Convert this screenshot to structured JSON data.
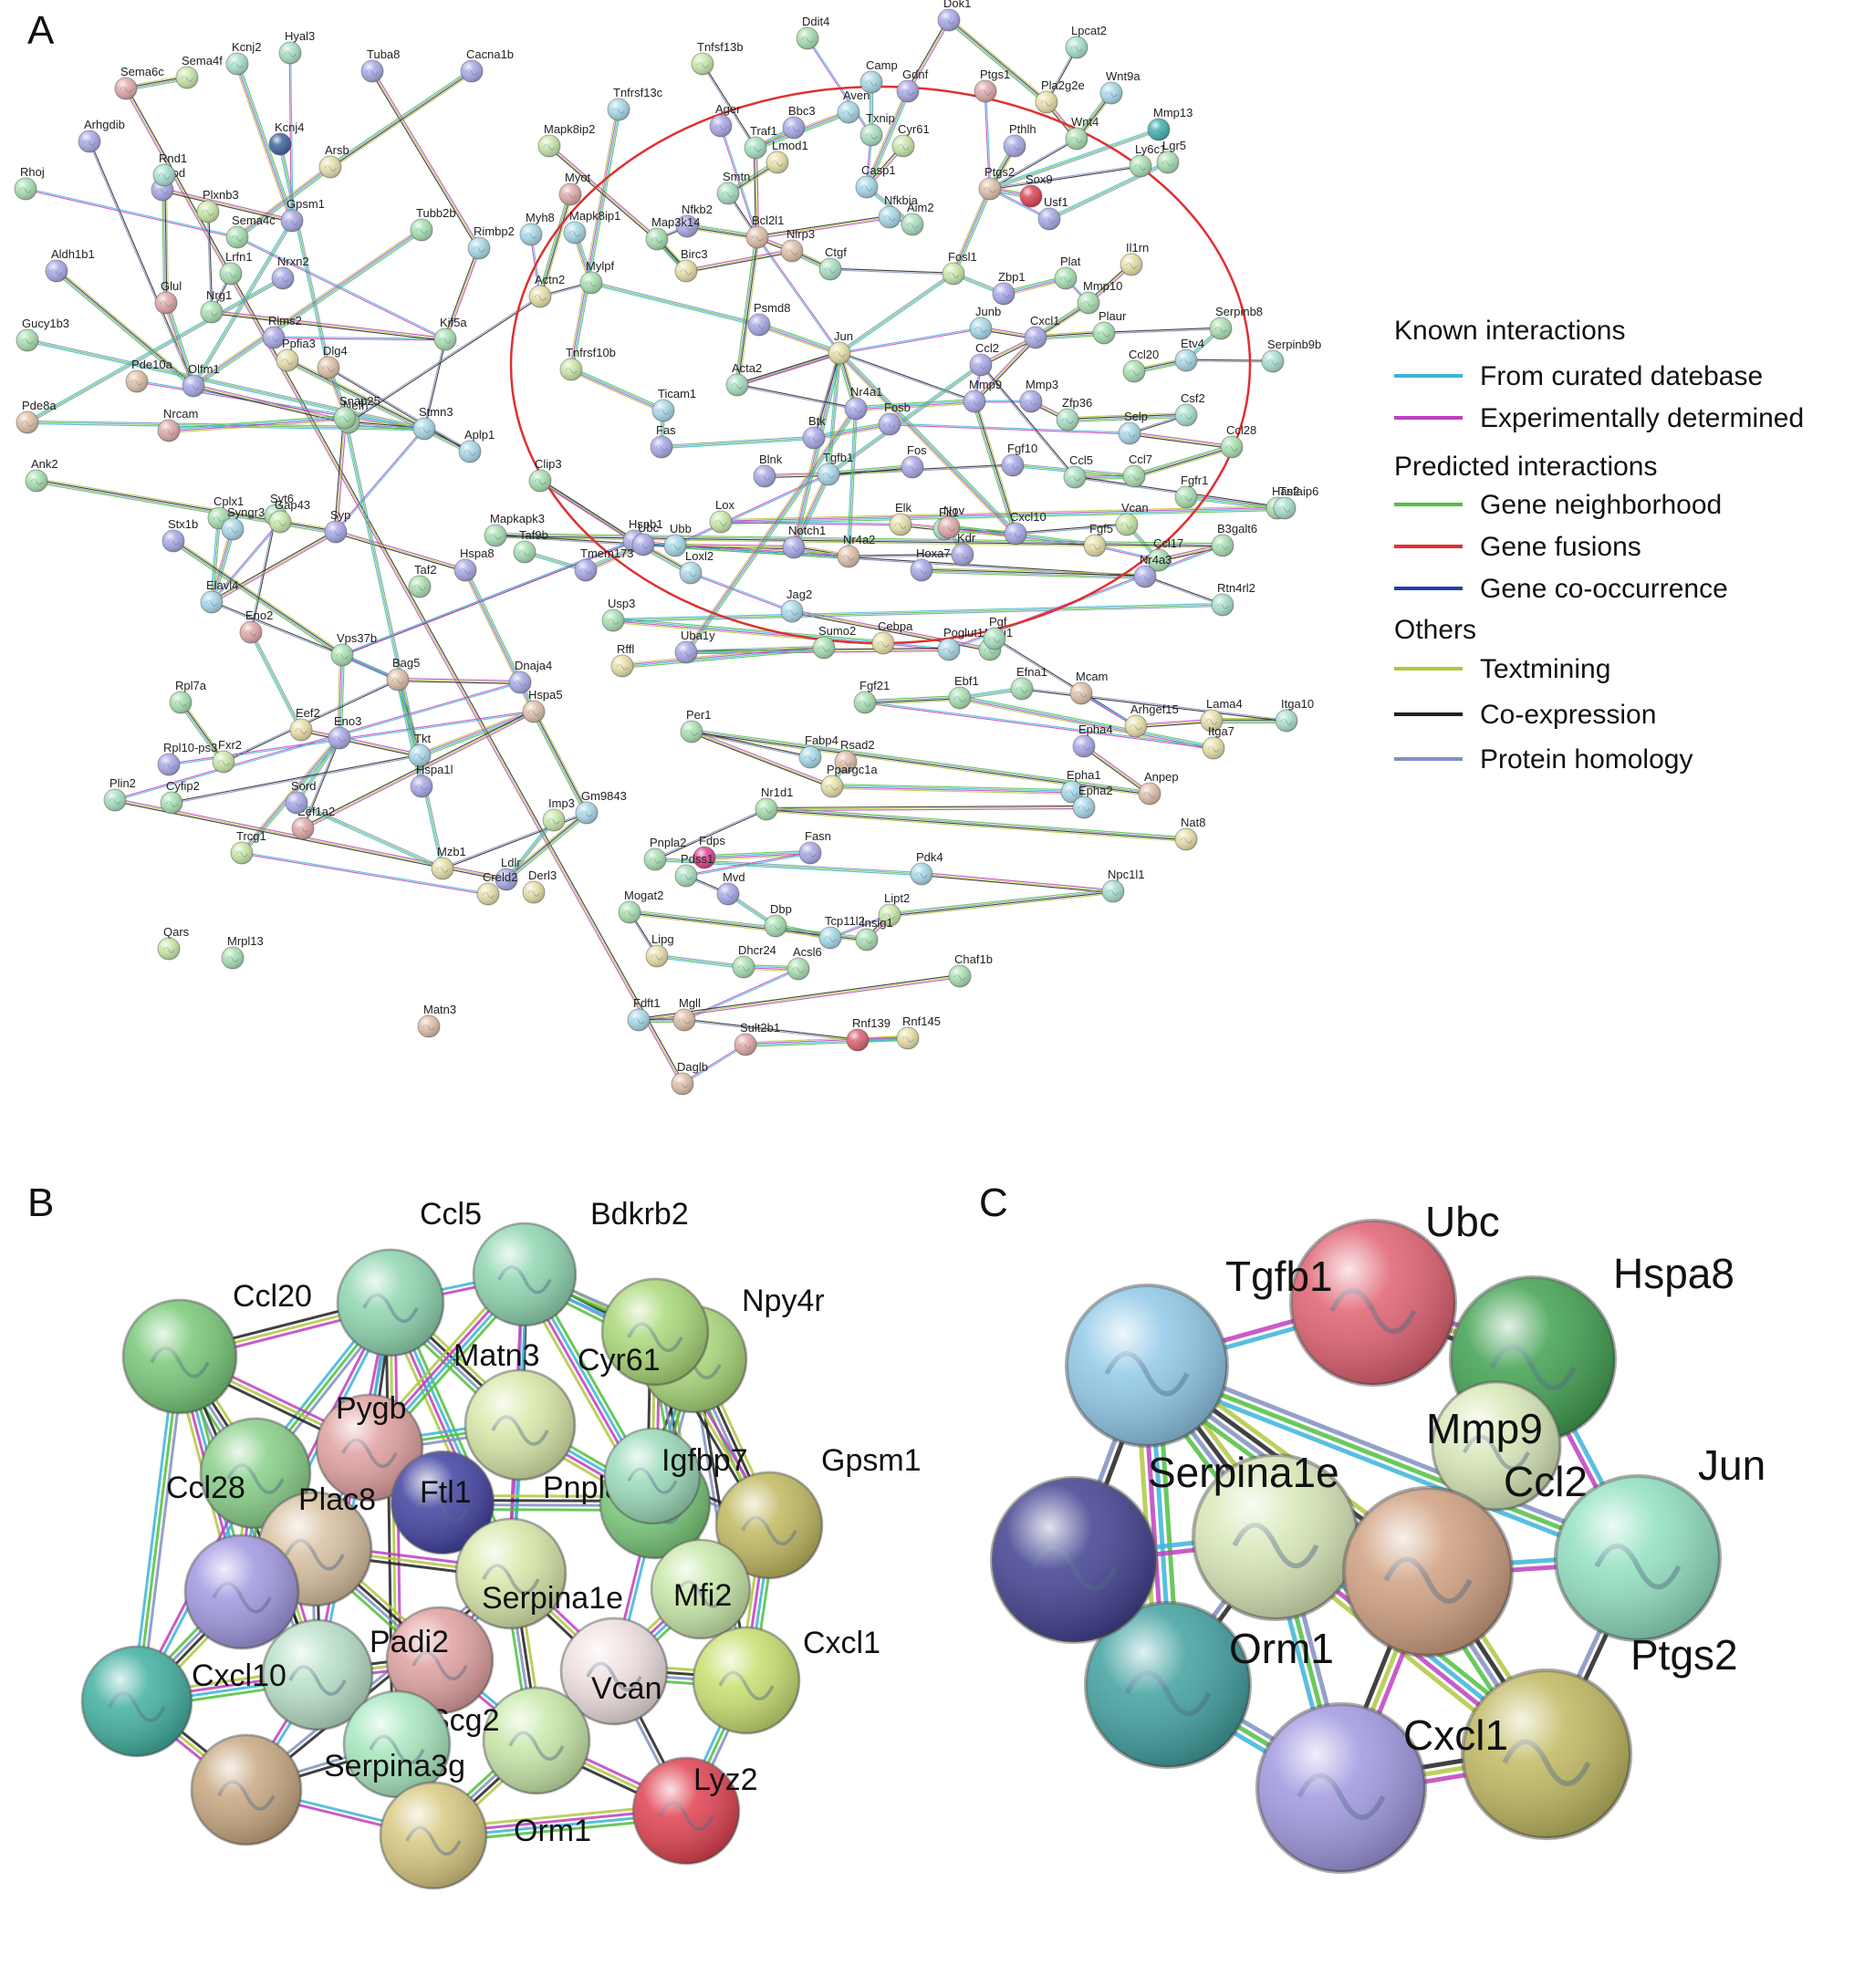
{
  "panels": {
    "a": {
      "letter": "A",
      "nodes": [
        [
          "Ddit4",
          "#a8e0b0"
        ],
        [
          "Dok1",
          "#a8a8e8"
        ],
        [
          "Lpcat2",
          "#a8e0d0"
        ],
        [
          "Camp",
          "#a8d8e8"
        ],
        [
          "Gdnf",
          "#a8a8e8"
        ],
        [
          "Ptgs1",
          "#e0a8a8"
        ],
        [
          "Pla2g2e",
          "#e8e0a8"
        ],
        [
          "Wnt9a",
          "#a8d8e8"
        ],
        [
          "Tnfsf13b",
          "#c8e8a8"
        ],
        [
          "Bbc3",
          "#a8a8e8"
        ],
        [
          "Aven",
          "#a8d8e8"
        ],
        [
          "Txnip",
          "#a8e0c0"
        ],
        [
          "Cyr61",
          "#c8e8a8"
        ],
        [
          "Pthlh",
          "#a8a8e8"
        ],
        [
          "Wnt4",
          "#a8e0b0"
        ],
        [
          "Mmp13",
          "#40b0b0"
        ],
        [
          "Tnfrsf13c",
          "#a8d8e8"
        ],
        [
          "Ager",
          "#a8a8e8"
        ],
        [
          "Traf1",
          "#a8e0c0"
        ],
        [
          "Lmod1",
          "#e8e0a8"
        ],
        [
          "Ly6c1",
          "#a8e0b0"
        ],
        [
          "Lgr5",
          "#a8e0b0"
        ],
        [
          "Sox9",
          "#e04050"
        ],
        [
          "Usf1",
          "#a8a8e8"
        ],
        [
          "Mapk8ip2",
          "#c8e8a8"
        ],
        [
          "Myot",
          "#e0a8a8"
        ],
        [
          "Smtn",
          "#a8e0c0"
        ],
        [
          "Casp1",
          "#a8d8e8"
        ],
        [
          "Ptgs2",
          "#e0c0a8"
        ],
        [
          "Aim2",
          "#a8e0c0"
        ],
        [
          "Nfkbia",
          "#a8d8e8"
        ],
        [
          "Bcl2l1",
          "#e0c0a8"
        ],
        [
          "Nfkb2",
          "#a8a8e8"
        ],
        [
          "Map3k14",
          "#a8e0b0"
        ],
        [
          "Mapk8ip1",
          "#a8d8e8"
        ],
        [
          "Myh8",
          "#a8d8e8"
        ],
        [
          "Birc3",
          "#e8e0a8"
        ],
        [
          "Nlrp3",
          "#e0c0a8"
        ],
        [
          "Ctgf",
          "#a8e0c0"
        ],
        [
          "Fosl1",
          "#c8e8a8"
        ],
        [
          "Zbp1",
          "#a8a8e8"
        ],
        [
          "Plat",
          "#a8e0b0"
        ],
        [
          "Il1rn",
          "#e8e0a8"
        ],
        [
          "Mmp10",
          "#a8e0b0"
        ],
        [
          "Actn2",
          "#e8e0a8"
        ],
        [
          "Mylpf",
          "#a8e0b0"
        ],
        [
          "Psmd8",
          "#a8a8e8"
        ],
        [
          "Jun",
          "#e8e0a8"
        ],
        [
          "Junb",
          "#a8d8e8"
        ],
        [
          "Cxcl1",
          "#a8a8e8"
        ],
        [
          "Plaur",
          "#a8e0b0"
        ],
        [
          "Serpinb8",
          "#a8e0b0"
        ],
        [
          "Tnfrsf10b",
          "#c8e8a8"
        ],
        [
          "Acta2",
          "#a8e0c0"
        ],
        [
          "Ccl2",
          "#a8a8e8"
        ],
        [
          "Ccl20",
          "#a8e0b0"
        ],
        [
          "Etv4",
          "#a8d8e8"
        ],
        [
          "Serpinb9b",
          "#a8e0d0"
        ],
        [
          "Ticam1",
          "#a8d8e8"
        ],
        [
          "Nr4a1",
          "#a8a8e8"
        ],
        [
          "Mmp9",
          "#a8a8e8"
        ],
        [
          "Mmp3",
          "#a8a8e8"
        ],
        [
          "Zfp36",
          "#a8e0c0"
        ],
        [
          "Csf2",
          "#a8e0d0"
        ],
        [
          "Fas",
          "#a8a8e8"
        ],
        [
          "Btk",
          "#a8a8e8"
        ],
        [
          "Fosb",
          "#a8a8e8"
        ],
        [
          "Selp",
          "#a8d8e8"
        ],
        [
          "Ccl28",
          "#a8e0b0"
        ],
        [
          "Tgfb1",
          "#a8d8e8"
        ],
        [
          "Fgf10",
          "#a8a8e8"
        ],
        [
          "Ccl7",
          "#a8e0b0"
        ],
        [
          "Clip3",
          "#a8e0b0"
        ],
        [
          "Blnk",
          "#a8a8e8"
        ],
        [
          "Fos",
          "#a8a8e8"
        ],
        [
          "Ccl5",
          "#a8e0c0"
        ],
        [
          "Fgfr1",
          "#a8e0b0"
        ],
        [
          "Has2",
          "#a8e0b0"
        ],
        [
          "Tnfaip6",
          "#a8e0d0"
        ],
        [
          "Lox",
          "#c8e8a8"
        ],
        [
          "Elk",
          "#e8e0a8"
        ],
        [
          "Fit1",
          "#a8e0c0"
        ],
        [
          "Cxcl10",
          "#a8a8e8"
        ],
        [
          "Vcan",
          "#c8e8a8"
        ],
        [
          "Hspb1",
          "#a8a8e8"
        ],
        [
          "Ubc",
          "#a8a8e8"
        ],
        [
          "Ubb",
          "#a8d8e8"
        ],
        [
          "Notch1",
          "#a8a8e8"
        ],
        [
          "Nr4a2",
          "#e0c0a8"
        ],
        [
          "Kdr",
          "#a8a8e8"
        ],
        [
          "Nov",
          "#e0a8a8"
        ],
        [
          "Fgf5",
          "#e8e0a8"
        ],
        [
          "Ccl17",
          "#a8e0b0"
        ],
        [
          "B3galt6",
          "#a8e0b0"
        ],
        [
          "Mapkapk3",
          "#a8e0b0"
        ],
        [
          "Taf9b",
          "#a8e0b0"
        ],
        [
          "Tmem173",
          "#a8a8e8"
        ],
        [
          "Loxl2",
          "#a8d8e8"
        ],
        [
          "Jag2",
          "#a8d8e8"
        ],
        [
          "Hoxa7",
          "#a8a8e8"
        ],
        [
          "Nr4a3",
          "#a8a8e8"
        ],
        [
          "Rtn4rl2",
          "#a8e0d0"
        ],
        [
          "Usp3",
          "#a8e0b0"
        ],
        [
          "Cebpa",
          "#e8e0a8"
        ],
        [
          "Poglut1",
          "#a8d8e8"
        ],
        [
          "Neu1",
          "#a8e0b0"
        ],
        [
          "Pgf",
          "#a8e0c0"
        ],
        [
          "Uba1y",
          "#a8a8e8"
        ],
        [
          "Sumo2",
          "#a8e0b0"
        ],
        [
          "Rffl",
          "#e8e0a8"
        ],
        [
          "Mcam",
          "#e0c0a8"
        ],
        [
          "Arhgef15",
          "#e8e0a8"
        ],
        [
          "Lama4",
          "#e8e0a8"
        ],
        [
          "Itga10",
          "#a8e0d0"
        ],
        [
          "Efna1",
          "#a8e0b0"
        ],
        [
          "Ebf1",
          "#a8e0b0"
        ],
        [
          "Fgf21",
          "#a8e0b0"
        ],
        [
          "Itga7",
          "#e8e0a8"
        ],
        [
          "Epha4",
          "#a8a8e8"
        ],
        [
          "Anpep",
          "#e0c0a8"
        ],
        [
          "Per1",
          "#a8e0b0"
        ],
        [
          "Fabp4",
          "#a8d8e8"
        ],
        [
          "Rsad2",
          "#e0c0a8"
        ],
        [
          "Ppargc1a",
          "#e8e0a8"
        ],
        [
          "Epha1",
          "#a8d8e8"
        ],
        [
          "Epha2",
          "#a8d8e8"
        ],
        [
          "Nat8",
          "#e8e0a8"
        ],
        [
          "Nr1d1",
          "#a8e0b0"
        ],
        [
          "Pnpla2",
          "#a8e0b0"
        ],
        [
          "Fdps",
          "#e04090"
        ],
        [
          "Fasn",
          "#a8a8e8"
        ],
        [
          "Pdk4",
          "#a8d8e8"
        ],
        [
          "Npc1l1",
          "#a8e0d0"
        ],
        [
          "Pdss1",
          "#a8e0c0"
        ],
        [
          "Mvd",
          "#a8a8e8"
        ],
        [
          "Dbp",
          "#a8e0b0"
        ],
        [
          "Tcp11l2",
          "#a8d8e8"
        ],
        [
          "Lipt2",
          "#c8e8a8"
        ],
        [
          "Insig1",
          "#a8e0b0"
        ],
        [
          "Mogat2",
          "#a8e0b0"
        ],
        [
          "Lipg",
          "#e8e0a8"
        ],
        [
          "Dhcr24",
          "#a8e0b0"
        ],
        [
          "Acsl6",
          "#a8e0b0"
        ],
        [
          "Chaf1b",
          "#a8e0b0"
        ],
        [
          "Fdft1",
          "#a8d8e8"
        ],
        [
          "Mgll",
          "#e0c0a8"
        ],
        [
          "Rnf139",
          "#e06070"
        ],
        [
          "Rnf145",
          "#e8e0a8"
        ],
        [
          "Sult2b1",
          "#e0a8a8"
        ],
        [
          "Daglb",
          "#e0c0a8"
        ],
        [
          "Sema6c",
          "#e0a8a8"
        ],
        [
          "Sema4f",
          "#c8e8a8"
        ],
        [
          "Kcnj2",
          "#a8e0d0"
        ],
        [
          "Hyal3",
          "#a8e0c0"
        ],
        [
          "Tuba8",
          "#a8a8e8"
        ],
        [
          "Cacna1b",
          "#a8a8e8"
        ],
        [
          "Arhgdib",
          "#a8a8e8"
        ],
        [
          "Kcnj4",
          "#4060a0"
        ],
        [
          "Arsb",
          "#e8e0a8"
        ],
        [
          "Rhoj",
          "#a8e0b0"
        ],
        [
          "Rhod",
          "#a8a8e8"
        ],
        [
          "Rnd1",
          "#a8e0d0"
        ],
        [
          "Plxnb3",
          "#c8e8a8"
        ],
        [
          "Gpsm1",
          "#a8a8e8"
        ],
        [
          "Tubb2b",
          "#a8e0b0"
        ],
        [
          "Sema4c",
          "#a8e0b0"
        ],
        [
          "Rimbp2",
          "#a8d8e8"
        ],
        [
          "Aldh1b1",
          "#a8a8e8"
        ],
        [
          "Lrfn1",
          "#a8e0b0"
        ],
        [
          "Nrxn2",
          "#a8a8e8"
        ],
        [
          "Glul",
          "#e0a8a8"
        ],
        [
          "Rims2",
          "#a8a8e8"
        ],
        [
          "Nrg1",
          "#a8e0b0"
        ],
        [
          "Ppfia3",
          "#e8e0a8"
        ],
        [
          "Kif5a",
          "#a8e0b0"
        ],
        [
          "Gucy1b3",
          "#a8e0b0"
        ],
        [
          "Dlg4",
          "#e0c0a8"
        ],
        [
          "Pde10a",
          "#e0c0a8"
        ],
        [
          "Olfm1",
          "#a8a8e8"
        ],
        [
          "Nefh",
          "#a8e0b0"
        ],
        [
          "Aplp1",
          "#a8d8e8"
        ],
        [
          "Pde8a",
          "#e0c0a8"
        ],
        [
          "Nrcam",
          "#e0a8a8"
        ],
        [
          "Stmn3",
          "#a8d8e8"
        ],
        [
          "Snap25",
          "#a8e0b0"
        ],
        [
          "Ank2",
          "#a8e0b0"
        ],
        [
          "Syt6",
          "#a8e0b0"
        ],
        [
          "Cplx1",
          "#a8e0b0"
        ],
        [
          "Syngr3",
          "#a8d8e8"
        ],
        [
          "Gap43",
          "#c8e8a8"
        ],
        [
          "Syp",
          "#a8a8e8"
        ],
        [
          "Stx1b",
          "#a8a8e8"
        ],
        [
          "Taf2",
          "#a8e0b0"
        ],
        [
          "Elavl4",
          "#a8d8e8"
        ],
        [
          "Eno2",
          "#e0a8a8"
        ],
        [
          "Hspa8",
          "#a8a8e8"
        ],
        [
          "Vps37b",
          "#a8e0b0"
        ],
        [
          "Rpl7a",
          "#a8e0b0"
        ],
        [
          "Bag5",
          "#e0c0a8"
        ],
        [
          "Eef2",
          "#e8e0a8"
        ],
        [
          "Dnaja4",
          "#a8a8e8"
        ],
        [
          "Hspa5",
          "#e0c0a8"
        ],
        [
          "Eno3",
          "#a8a8e8"
        ],
        [
          "Tkt",
          "#a8d8e8"
        ],
        [
          "Rpl10-ps3",
          "#a8a8e8"
        ],
        [
          "Fxr2",
          "#c8e8a8"
        ],
        [
          "Hspa1l",
          "#a8a8e8"
        ],
        [
          "Eef1a2",
          "#e0a8a8"
        ],
        [
          "Cyfip2",
          "#a8e0b0"
        ],
        [
          "Plin2",
          "#a8e0c0"
        ],
        [
          "Sord",
          "#a8a8e8"
        ],
        [
          "Imp3",
          "#c8e8a8"
        ],
        [
          "Gm9843",
          "#a8d8e8"
        ],
        [
          "Trcg1",
          "#c8e8a8"
        ],
        [
          "Mzb1",
          "#e8e0a8"
        ],
        [
          "Ldlr",
          "#a8a8e8"
        ],
        [
          "Derl3",
          "#e8e0a8"
        ],
        [
          "Creld2",
          "#e8e0a8"
        ],
        [
          "Qars",
          "#c8e8a8"
        ],
        [
          "Mrpl13",
          "#a8e0b0"
        ],
        [
          "Matn3",
          "#e0c0a8"
        ]
      ]
    },
    "b": {
      "letter": "B",
      "nodes": [
        [
          "Ccl5",
          "#8fd6b0"
        ],
        [
          "Bdkrb2",
          "#8fd6b0"
        ],
        [
          "Ccl20",
          "#78c878"
        ],
        [
          "Npy4r",
          "#a8d878"
        ],
        [
          "Matn3",
          "#d8e8a8"
        ],
        [
          "Cyr61",
          "#a8d878"
        ],
        [
          "Pygb",
          "#e0a0a0"
        ],
        [
          "Ccl28",
          "#88d088"
        ],
        [
          "Ftl1",
          "#4040a0"
        ],
        [
          "Pnpla2",
          "#78c878"
        ],
        [
          "Plac8",
          "#d8c0a0"
        ],
        [
          "Igfbp7",
          "#9adab8"
        ],
        [
          "Gpsm1",
          "#c0b860"
        ],
        [
          "Serpina1e",
          "#d8e8a8"
        ],
        [
          "Mfi2",
          "#c8e8a8"
        ],
        [
          "Padi2",
          "#e0a0a0"
        ],
        [
          "Vcan",
          "#f0e0e0"
        ],
        [
          "Cxcl1",
          "#c8e070"
        ],
        [
          "Cxcl10",
          "#b8e0c8"
        ],
        [
          "Scg2",
          "#c8e8a8"
        ],
        [
          "Serpina3g",
          "#a8e8c0"
        ],
        [
          "Lyz2",
          "#e04050"
        ],
        [
          "Orm1",
          "#c8a880"
        ],
        [
          "",
          "#a098e0"
        ],
        [
          "",
          "#40b0a0"
        ],
        [
          "",
          "#d8c880"
        ]
      ]
    },
    "c": {
      "letter": "C",
      "nodes": [
        [
          "Ubc",
          "#e06070"
        ],
        [
          "Tgfb1",
          "#90c8e8"
        ],
        [
          "Hspa8",
          "#40a050"
        ],
        [
          "Mmp9",
          "#d8e8b8"
        ],
        [
          "Serpina1e",
          "#d8e8b8"
        ],
        [
          "Ccl2",
          "#d0a080"
        ],
        [
          "Jun",
          "#90e0c0"
        ],
        [
          "Orm1",
          "#40a0a0"
        ],
        [
          "Ptgs2",
          "#c0b860"
        ],
        [
          "Cxcl1",
          "#a098e0"
        ],
        [
          "",
          "#404090"
        ]
      ]
    }
  },
  "legend": {
    "known_title": "Known interactions",
    "predicted_title": "Predicted interactions",
    "others_title": "Others",
    "items": [
      {
        "label": "From curated datebase",
        "color": "#3cb4d8"
      },
      {
        "label": "Experimentally determined",
        "color": "#c040c0"
      },
      {
        "label": "Gene neighborhood",
        "color": "#50c040"
      },
      {
        "label": "Gene fusions",
        "color": "#e03030"
      },
      {
        "label": "Gene co-occurrence",
        "color": "#2040a0"
      },
      {
        "label": "Textmining",
        "color": "#b0c840"
      },
      {
        "label": "Co-expression",
        "color": "#202020"
      },
      {
        "label": "Protein homology",
        "color": "#8090c0"
      }
    ]
  }
}
